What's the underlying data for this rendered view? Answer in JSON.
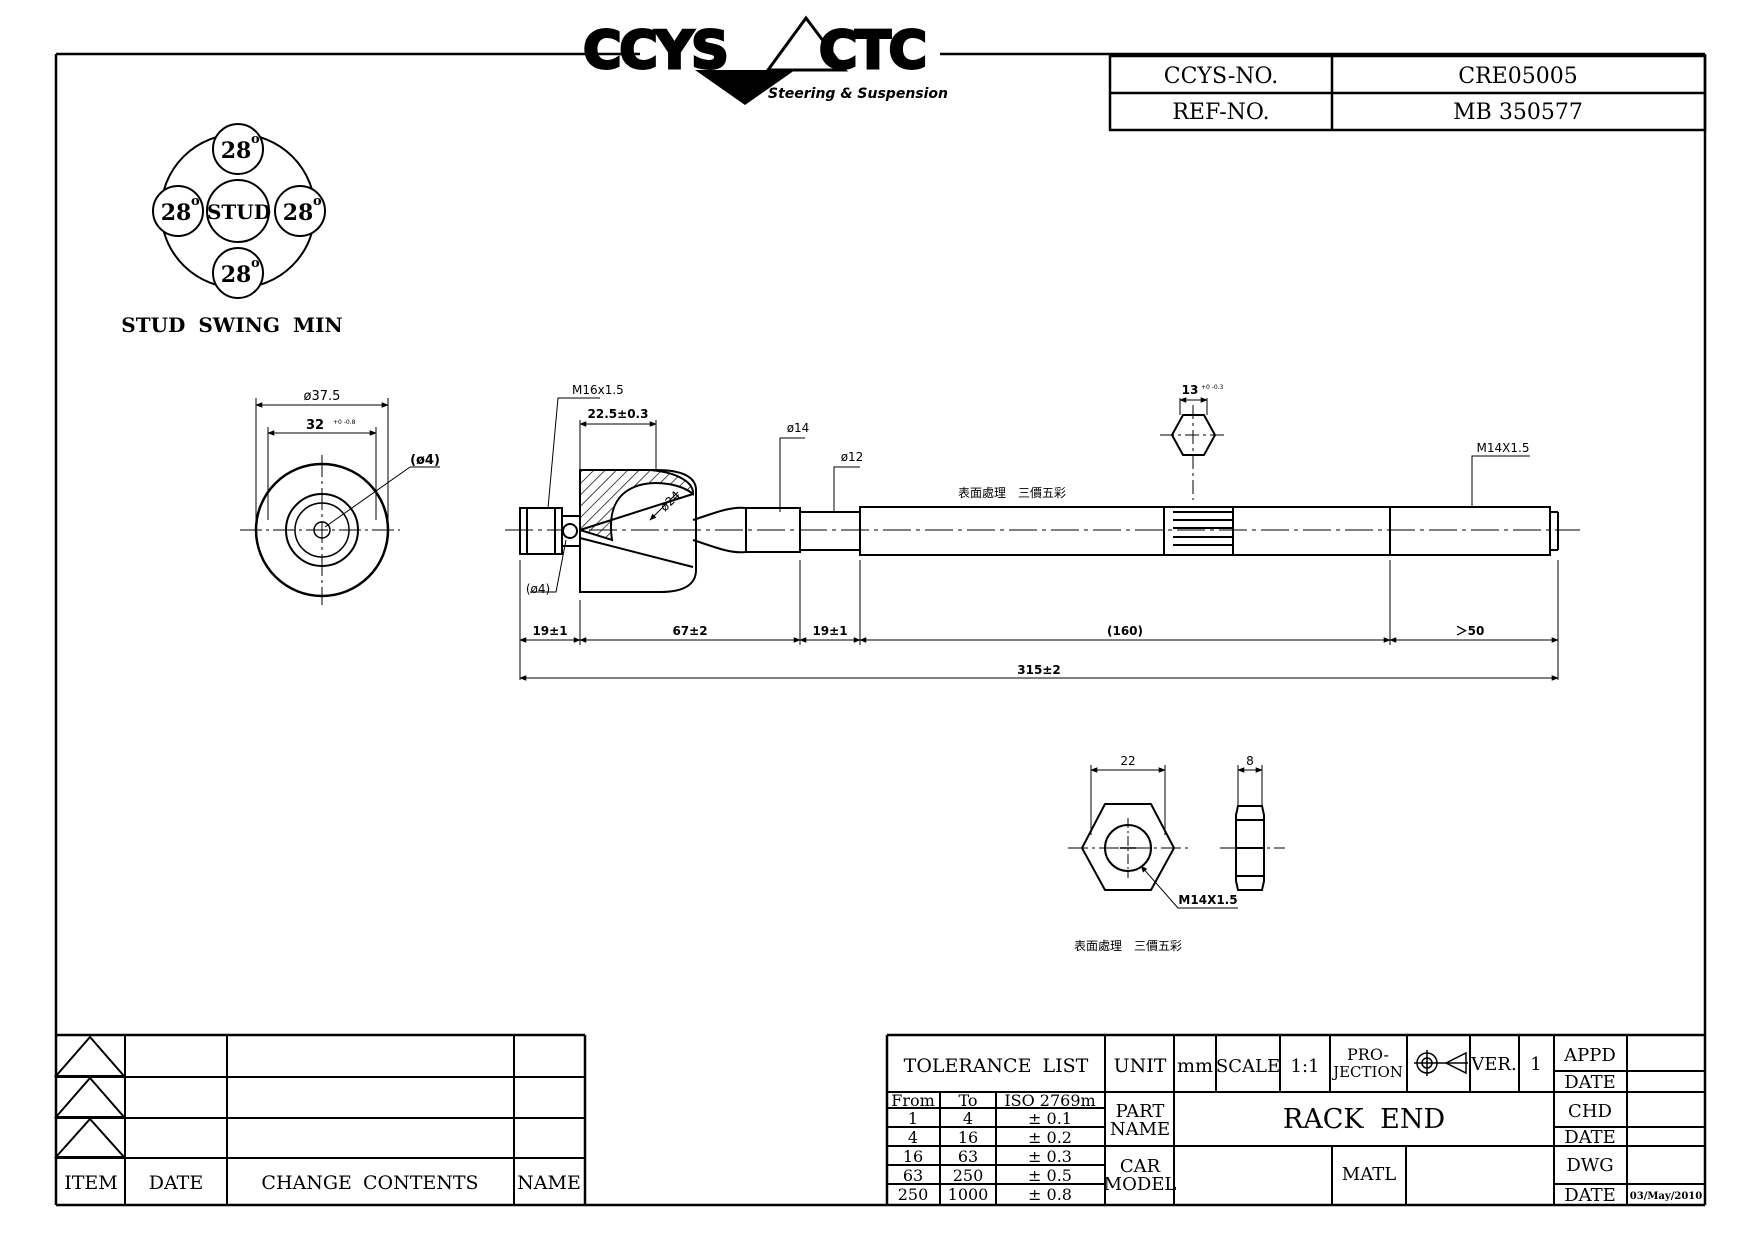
{
  "logo": {
    "brand_left": "CCYS",
    "brand_right": "CTC",
    "tagline": "Steering & Suspension"
  },
  "title_block": {
    "ccys_no_label": "CCYS-NO.",
    "ccys_no_value": "CRE05005",
    "ref_no_label": "REF-NO.",
    "ref_no_value": "MB 350577"
  },
  "stud_swing": {
    "center_label": "STUD",
    "angles": [
      "28",
      "28",
      "28",
      "28"
    ],
    "degree_mark": "o",
    "caption": "STUD SWING MIN"
  },
  "end_view": {
    "dim_outer": "ø37.5",
    "dim_inner": "32",
    "dim_inner_tol": "+0 -0.8",
    "dim_hole": "(ø4)"
  },
  "side_view": {
    "thread_left": "M16x1.5",
    "dim_socket": "22.5±0.3",
    "dim_shaft_14": "ø14",
    "dim_shaft_12": "ø12",
    "dim_ball": "ø24",
    "hole_label": "(ø4)",
    "surface_note": "表面處理　三價五彩",
    "hex_dim": "13",
    "hex_dim_tol": "+0 -0.3",
    "thread_right": "M14X1.5",
    "seg_1": "19±1",
    "seg_2": "67±2",
    "seg_3": "19±1",
    "seg_4": "(160)",
    "seg_5": "＞50",
    "overall": "315±2"
  },
  "nut_view": {
    "dim_width": "22",
    "dim_thickness": "8",
    "thread": "M14X1.5",
    "surface_note": "表面處理　三價五彩"
  },
  "revision_table": {
    "headers": [
      "ITEM",
      "DATE",
      "CHANGE CONTENTS",
      "NAME"
    ]
  },
  "spec_block": {
    "tolerance_title": "TOLERANCE LIST",
    "tol_headers": [
      "From",
      "To",
      "ISO 2769m"
    ],
    "tol_rows": [
      [
        "1",
        "4",
        "± 0.1"
      ],
      [
        "4",
        "16",
        "± 0.2"
      ],
      [
        "16",
        "63",
        "± 0.3"
      ],
      [
        "63",
        "250",
        "± 0.5"
      ],
      [
        "250",
        "1000",
        "± 0.8"
      ]
    ],
    "unit_label": "UNIT",
    "unit_value": "mm",
    "scale_label": "SCALE",
    "scale_value": "1:1",
    "projection_label_1": "PRO-",
    "projection_label_2": "JECTION",
    "ver_label": "VER.",
    "ver_value": "1",
    "part_name_label_1": "PART",
    "part_name_label_2": "NAME",
    "part_name_value": "RACK END",
    "car_model_label_1": "CAR",
    "car_model_label_2": "MODEL",
    "car_model_value": "",
    "matl_label": "MATL",
    "matl_value": "",
    "appd_label": "APPD",
    "chd_label": "CHD",
    "dwg_label": "DWG",
    "date_label": "DATE",
    "dwg_date": "03/May/2010"
  }
}
